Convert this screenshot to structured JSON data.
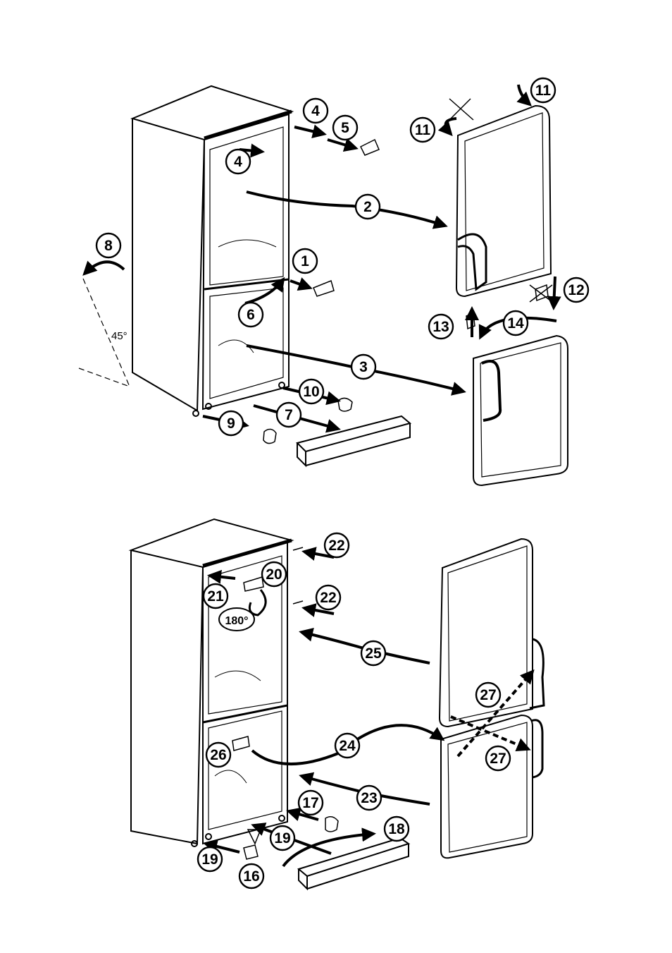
{
  "top_assembly": {
    "angle_label": "45°",
    "callouts": [
      "1",
      "2",
      "3",
      "4",
      "4",
      "5",
      "6",
      "7",
      "8",
      "9",
      "10",
      "11",
      "11",
      "12",
      "13",
      "14"
    ]
  },
  "bottom_assembly": {
    "rotation_label": "180°",
    "callouts": [
      "16",
      "17",
      "18",
      "19",
      "19",
      "20",
      "21",
      "22",
      "22",
      "23",
      "24",
      "25",
      "26",
      "27",
      "27"
    ]
  }
}
